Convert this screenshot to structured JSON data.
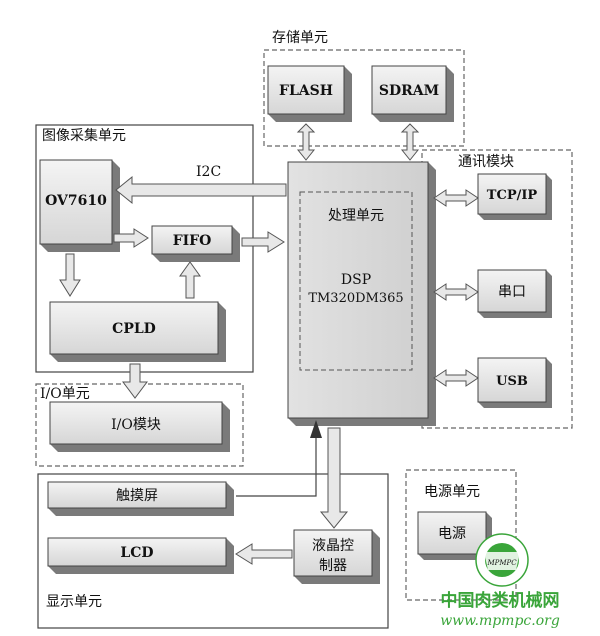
{
  "groups": {
    "storage": "存储单元",
    "image_capture": "图像采集单元",
    "comm": "通讯模块",
    "io": "I/O单元",
    "power": "电源单元",
    "display": "显示单元"
  },
  "blocks": {
    "flash": "FLASH",
    "sdram": "SDRAM",
    "ov7610": "OV7610",
    "fifo": "FIFO",
    "cpld": "CPLD",
    "io_module": "I/O模块",
    "processing_title": "处理单元",
    "dsp_line1": "DSP",
    "dsp_line2": "TM320DM365",
    "tcpip": "TCP/IP",
    "serial": "串口",
    "usb": "USB",
    "touchscreen": "触摸屏",
    "lcd": "LCD",
    "lcd_ctrl_line1": "液晶控",
    "lcd_ctrl_line2": "制器",
    "power": "电源"
  },
  "labels": {
    "i2c": "I2C"
  },
  "watermark": {
    "cn": "中国肉类机械网",
    "url": "www.mpmpc.org",
    "logo_text": "MPMPC"
  }
}
